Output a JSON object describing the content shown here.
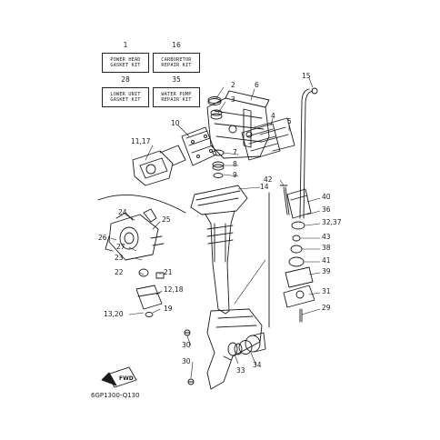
{
  "kits": [
    {
      "number": "1",
      "line1": "POWER HEAD",
      "line2": "GASKET KIT"
    },
    {
      "number": "16",
      "line1": "CARBURETOR",
      "line2": "REPAIR KIT"
    },
    {
      "number": "28",
      "line1": "LOWER UNIT",
      "line2": "GASKET KIT"
    },
    {
      "number": "35",
      "line1": "WATER PUMP",
      "line2": "REPAIR KIT"
    }
  ],
  "callouts": {
    "n2": "2",
    "n3": "3",
    "n4": "4",
    "n5": "5",
    "n6": "6",
    "n7": "7",
    "n8": "8",
    "n9": "9",
    "n10": "10",
    "n11_17": "11,17",
    "n14": "14",
    "n15": "15",
    "n24": "24",
    "n25": "25",
    "n26": "26",
    "n27": "27",
    "n23": "23",
    "n22": "22",
    "n21": "21",
    "n12_18": "12,18",
    "n19": "19",
    "n13_20": "13,20",
    "n42": "42",
    "n40": "40",
    "n36": "36",
    "n32_37": "32,37",
    "n43": "43",
    "n38": "38",
    "n41": "41",
    "n39": "39",
    "n31": "31",
    "n29": "29",
    "n30a": "30",
    "n30b": "30",
    "n33": "33",
    "n34": "34"
  },
  "fwd_label": "FWD",
  "diagram_code": "6GP1300-Q130"
}
